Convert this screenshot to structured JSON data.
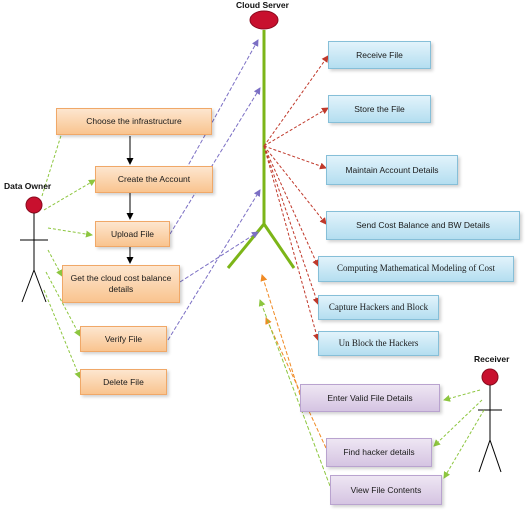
{
  "actors": {
    "data_owner": "Data Owner",
    "cloud_server": "Cloud Server",
    "receiver": "Receiver"
  },
  "owner_use_cases": [
    "Choose the infrastructure",
    "Create the Account",
    "Upload File",
    "Get the cloud cost balance details",
    "Verify File",
    "Delete File"
  ],
  "server_use_cases": [
    "Receive File",
    "Store the File",
    "Maintain Account Details",
    "Send Cost Balance and BW Details",
    "Computing Mathematical Modeling of Cost",
    "Capture Hackers  and Block",
    "Un Block the Hackers"
  ],
  "receiver_use_cases": [
    "Enter Valid File Details",
    "Find hacker details",
    "View File Contents"
  ],
  "colors": {
    "owner_box": "#f9c48f",
    "server_box": "#b4def0",
    "receiver_box": "#d5c4e2",
    "actor_head": "#c8102e",
    "server_body": "#7cb518",
    "owner_link": "#8dc63f",
    "upload_link": "#7b6fc4",
    "server_link": "#c0392b",
    "receiver_link": "#8dc63f"
  }
}
